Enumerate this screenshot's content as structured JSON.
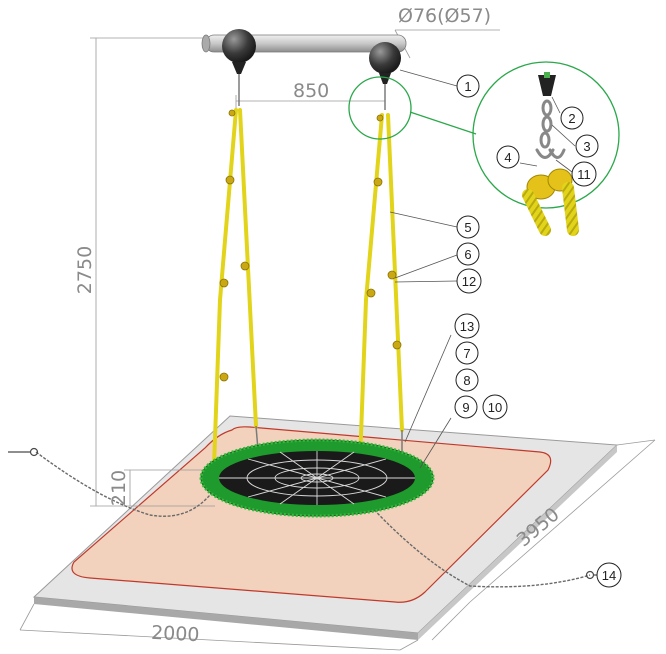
{
  "dimensions": {
    "beam_diameter": "Ø76(Ø57)",
    "spacing": "850",
    "height": "2750",
    "seat_height": "210",
    "length": "3950",
    "width": "2000"
  },
  "callouts": {
    "c1": "1",
    "c2": "2",
    "c3": "3",
    "c4": "4",
    "c5": "5",
    "c6": "6",
    "c7": "7",
    "c8": "8",
    "c9": "9",
    "c10": "10",
    "c11": "11",
    "c12": "12",
    "c13": "13",
    "c14": "14"
  },
  "colors": {
    "rope": "#e2d41a",
    "seat": "#1f9a2c",
    "net": "#1a1a1a",
    "zone": "#f2d2bc",
    "zone_edge": "#c0392b",
    "pad": "#e5e5e5",
    "beam": "#c8c8c8",
    "detail_ring": "#2aa84a"
  }
}
